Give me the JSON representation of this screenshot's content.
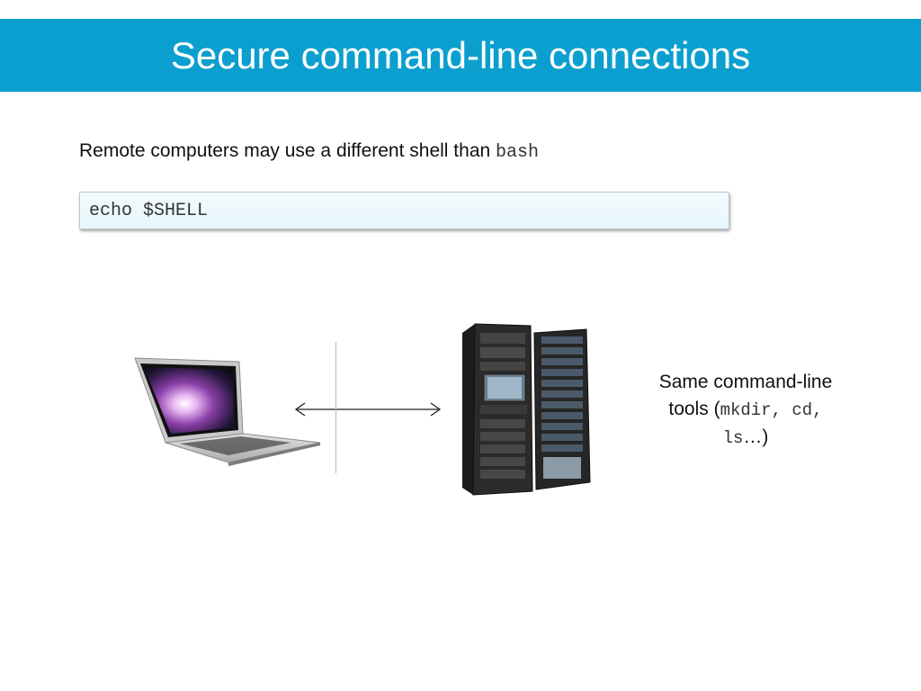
{
  "slide": {
    "title": "Secure command-line connections",
    "intro_text": "Remote computers may use a different shell than ",
    "intro_code": "bash",
    "code_block": "echo $SHELL",
    "caption": {
      "line1": "Same command-line",
      "line2_prefix": "tools (",
      "cmd1": "mkdir",
      "sep1": ", ",
      "cmd2": "cd",
      "sep2": ",",
      "cmd3": "ls",
      "suffix": "…)"
    }
  },
  "colors": {
    "title_bar": "#0a9fcf",
    "code_box_bg": "#e9f7fc"
  },
  "icons": {
    "laptop": "laptop-icon",
    "server": "server-rack-icon",
    "arrow": "double-arrow-icon"
  }
}
